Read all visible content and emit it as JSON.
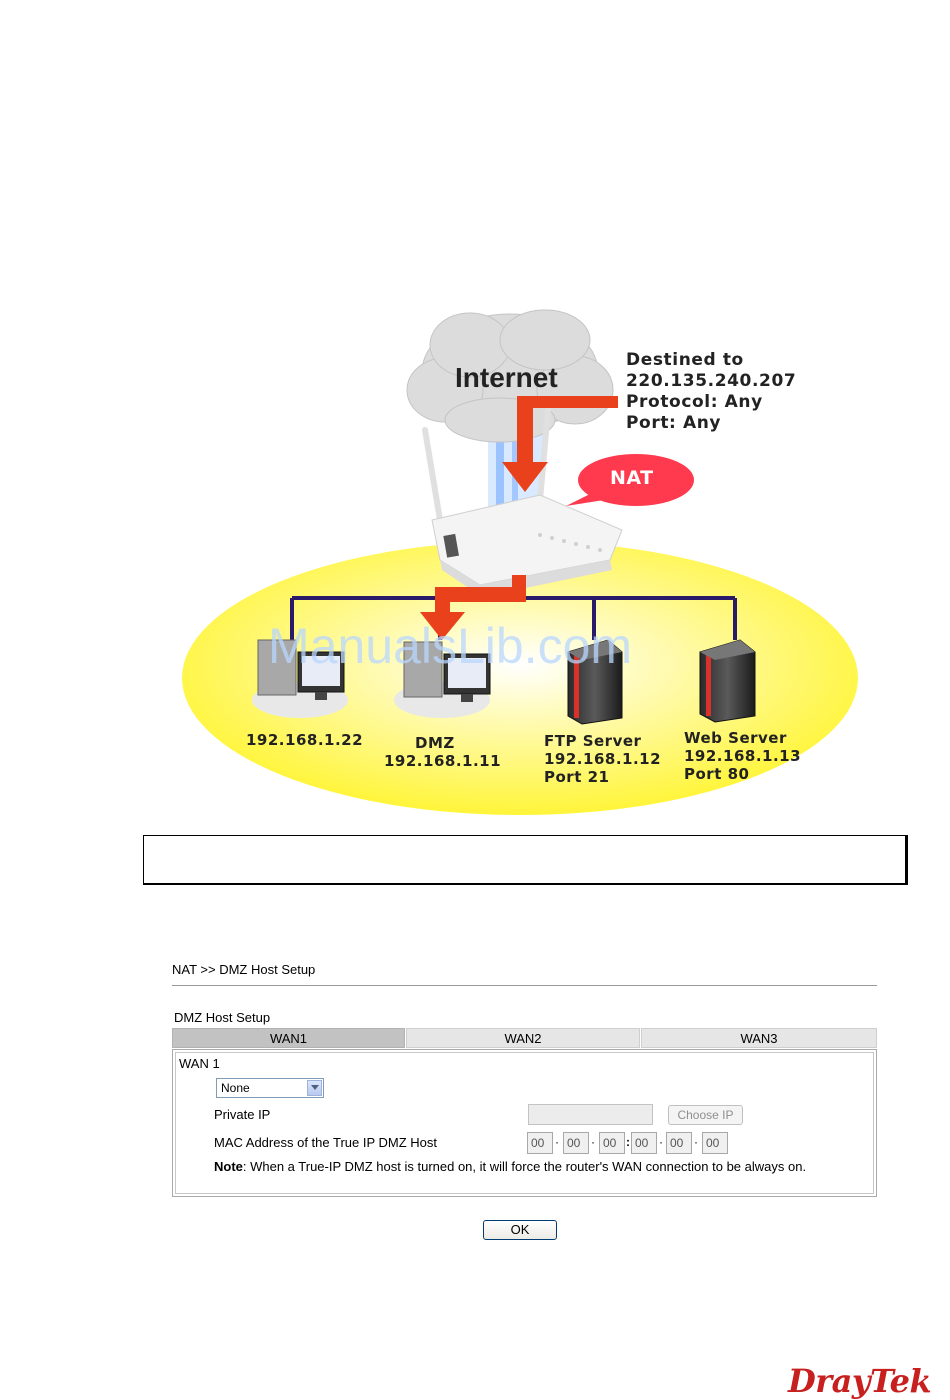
{
  "diagram": {
    "cloud_label": "Internet",
    "destination_lines": [
      "Destined to",
      "220.135.240.207",
      "Protocol: Any",
      "Port: Any"
    ],
    "nat_bubble": "NAT",
    "watermark": "ManualsLib.com",
    "hosts": [
      {
        "lines": [
          "192.168.1.22"
        ]
      },
      {
        "lines": [
          "DMZ",
          "192.168.1.11"
        ]
      },
      {
        "lines": [
          "FTP Server",
          "192.168.1.12",
          "Port 21"
        ]
      },
      {
        "lines": [
          "Web Server",
          "192.168.1.13",
          "Port 80"
        ]
      }
    ]
  },
  "page": {
    "breadcrumb": "NAT >> DMZ Host Setup",
    "section_title": "DMZ Host Setup",
    "tabs": [
      {
        "label": "WAN1",
        "active": true
      },
      {
        "label": "WAN2",
        "active": false
      },
      {
        "label": "WAN3",
        "active": false
      }
    ],
    "wan_heading": "WAN 1",
    "mode_select": {
      "value": "None"
    },
    "private_ip": {
      "label": "Private IP",
      "value": "",
      "button": "Choose IP"
    },
    "mac": {
      "label": "MAC Address of the True IP DMZ Host",
      "octets": [
        "00",
        "00",
        "00",
        "00",
        "00",
        "00"
      ]
    },
    "note_label": "Note",
    "note_text": ": When a True-IP DMZ host is turned on, it will force the router's WAN connection to be always on.",
    "ok_button": "OK"
  },
  "logo": "DrayTek",
  "colors": {
    "accent": "#c8201e",
    "nat_bubble": "#ff3a4e",
    "arrow": "#e8411c",
    "lan_line": "#2a1a6a",
    "zone": "#fff64a"
  }
}
